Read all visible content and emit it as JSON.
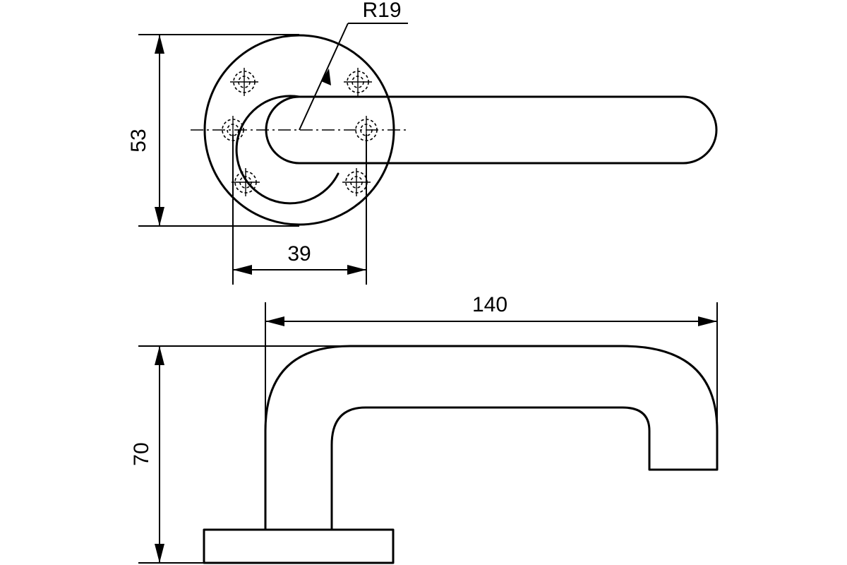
{
  "dimensions": {
    "rosette_diameter": "53",
    "hole_spacing": "39",
    "neck_radius": "R19",
    "lever_length": "140",
    "lever_height": "70"
  },
  "colors": {
    "line": "#000000",
    "background": "#ffffff"
  }
}
